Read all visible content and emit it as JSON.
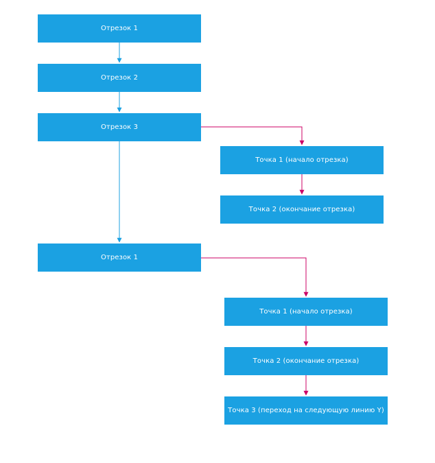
{
  "colors": {
    "node_fill": "#1ba1e2",
    "node_text": "#ffffff",
    "main_flow_line": "#1ba1e2",
    "branch_line": "#cc0066",
    "background": "#ffffff"
  },
  "nodes": {
    "seg1": "Отрезок 1",
    "seg2": "Отрезок 2",
    "seg3": "Отрезок 3",
    "seg3_point1": "Точка 1 (начало отрезка)",
    "seg3_point2": "Точка 2 (окончание отрезка)",
    "seg1b": "Отрезок 1",
    "seg1b_point1": "Точка 1 (начало отрезка)",
    "seg1b_point2": "Точка 2 (окончание отрезка)",
    "seg1b_point3": "Точка 3 (переход на следующую линию Y)"
  },
  "edges": [
    {
      "from": "seg1",
      "to": "seg2",
      "kind": "main"
    },
    {
      "from": "seg2",
      "to": "seg3",
      "kind": "main"
    },
    {
      "from": "seg3",
      "to": "seg1b",
      "kind": "main"
    },
    {
      "from": "seg3",
      "to": "seg3_point1",
      "kind": "branch"
    },
    {
      "from": "seg3_point1",
      "to": "seg3_point2",
      "kind": "branch"
    },
    {
      "from": "seg1b",
      "to": "seg1b_point1",
      "kind": "branch"
    },
    {
      "from": "seg1b_point1",
      "to": "seg1b_point2",
      "kind": "branch"
    },
    {
      "from": "seg1b_point2",
      "to": "seg1b_point3",
      "kind": "branch"
    }
  ]
}
